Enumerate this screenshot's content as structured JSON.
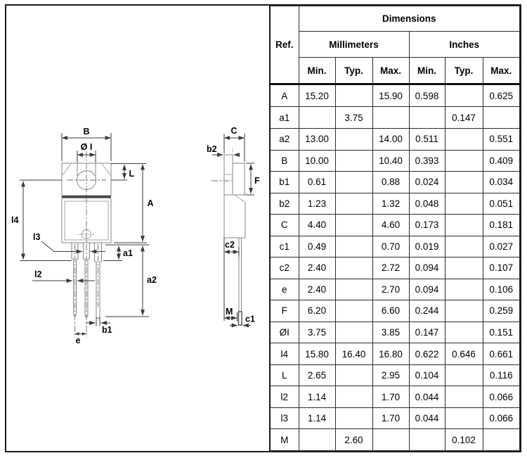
{
  "page": {
    "background": "#ffffff",
    "border_color": "#1a1a1a"
  },
  "table": {
    "title": "Dimensions",
    "ref_header": "Ref.",
    "unit_groups": [
      {
        "label": "Millimeters"
      },
      {
        "label": "Inches"
      }
    ],
    "sub_headers": [
      "Min.",
      "Typ.",
      "Max.",
      "Min.",
      "Typ.",
      "Max."
    ],
    "rows": [
      {
        "ref": "A",
        "values": [
          "15.20",
          "",
          "15.90",
          "0.598",
          "",
          "0.625"
        ]
      },
      {
        "ref": "a1",
        "values": [
          "",
          "3.75",
          "",
          "",
          "0.147",
          ""
        ]
      },
      {
        "ref": "a2",
        "values": [
          "13.00",
          "",
          "14.00",
          "0.511",
          "",
          "0.551"
        ]
      },
      {
        "ref": "B",
        "values": [
          "10.00",
          "",
          "10.40",
          "0.393",
          "",
          "0.409"
        ]
      },
      {
        "ref": "b1",
        "values": [
          "0.61",
          "",
          "0.88",
          "0.024",
          "",
          "0.034"
        ]
      },
      {
        "ref": "b2",
        "values": [
          "1.23",
          "",
          "1.32",
          "0.048",
          "",
          "0.051"
        ]
      },
      {
        "ref": "C",
        "values": [
          "4.40",
          "",
          "4.60",
          "0.173",
          "",
          "0.181"
        ]
      },
      {
        "ref": "c1",
        "values": [
          "0.49",
          "",
          "0.70",
          "0.019",
          "",
          "0.027"
        ]
      },
      {
        "ref": "c2",
        "values": [
          "2.40",
          "",
          "2.72",
          "0.094",
          "",
          "0.107"
        ]
      },
      {
        "ref": "e",
        "values": [
          "2.40",
          "",
          "2.70",
          "0.094",
          "",
          "0.106"
        ]
      },
      {
        "ref": "F",
        "values": [
          "6.20",
          "",
          "6.60",
          "0.244",
          "",
          "0.259"
        ]
      },
      {
        "ref": "ØI",
        "values": [
          "3.75",
          "",
          "3.85",
          "0.147",
          "",
          "0.151"
        ]
      },
      {
        "ref": "l4",
        "values": [
          "15.80",
          "16.40",
          "16.80",
          "0.622",
          "0.646",
          "0.661"
        ]
      },
      {
        "ref": "L",
        "values": [
          "2.65",
          "",
          "2.95",
          "0.104",
          "",
          "0.116"
        ]
      },
      {
        "ref": "l2",
        "values": [
          "1.14",
          "",
          "1.70",
          "0.044",
          "",
          "0.066"
        ]
      },
      {
        "ref": "l3",
        "values": [
          "1.14",
          "",
          "1.70",
          "0.044",
          "",
          "0.066"
        ]
      },
      {
        "ref": "M",
        "values": [
          "",
          "2.60",
          "",
          "",
          "0.102",
          ""
        ]
      }
    ]
  },
  "drawing": {
    "front_view_labels": {
      "B": "B",
      "hole": "Ø I",
      "L": "L",
      "A": "A",
      "l4": "l4",
      "l3": "l3",
      "l2": "l2",
      "a1": "a1",
      "a2": "a2",
      "b1": "b1",
      "e": "e"
    },
    "side_view_labels": {
      "C": "C",
      "b2": "b2",
      "F": "F",
      "c2": "c2",
      "M": "M",
      "c1": "c1"
    }
  }
}
